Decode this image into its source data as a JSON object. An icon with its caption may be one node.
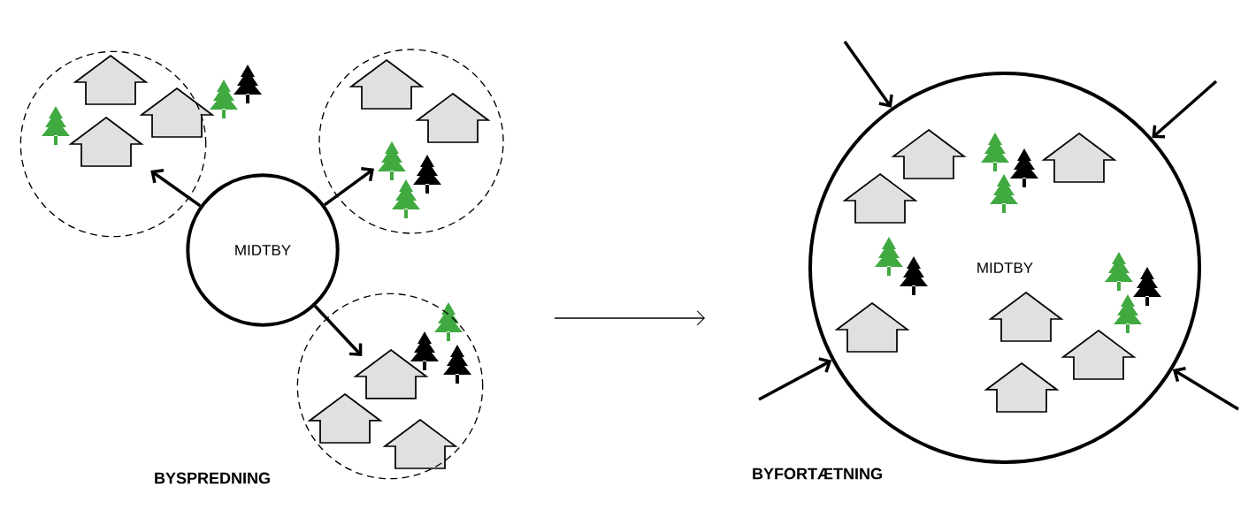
{
  "diagram": {
    "nodes": [
      {
        "text": [
          "MIDTBY"
        ]
      },
      {
        "text": [],
        "shape": "circle"
      },
      {
        "text": [],
        "shape": "circle"
      },
      {
        "text": [],
        "shape": "circle"
      },
      {
        "text": [
          "MIDTBY"
        ]
      }
    ],
    "edges": [
      {
        "from": 0,
        "to": 1,
        "arrow": "to"
      },
      {
        "from": 0,
        "to": 2,
        "arrow": "to"
      },
      {
        "from": 0,
        "to": 3,
        "arrow": "to"
      },
      {
        "from": null,
        "to": 4,
        "arrow": "to"
      },
      {
        "from": null,
        "to": 4,
        "arrow": "to"
      },
      {
        "from": null,
        "to": 4,
        "arrow": "to"
      },
      {
        "from": null,
        "to": 4,
        "arrow": "to"
      }
    ],
    "labels": [
      "BYSPREDNING",
      "BYFORTÆTNING"
    ]
  }
}
